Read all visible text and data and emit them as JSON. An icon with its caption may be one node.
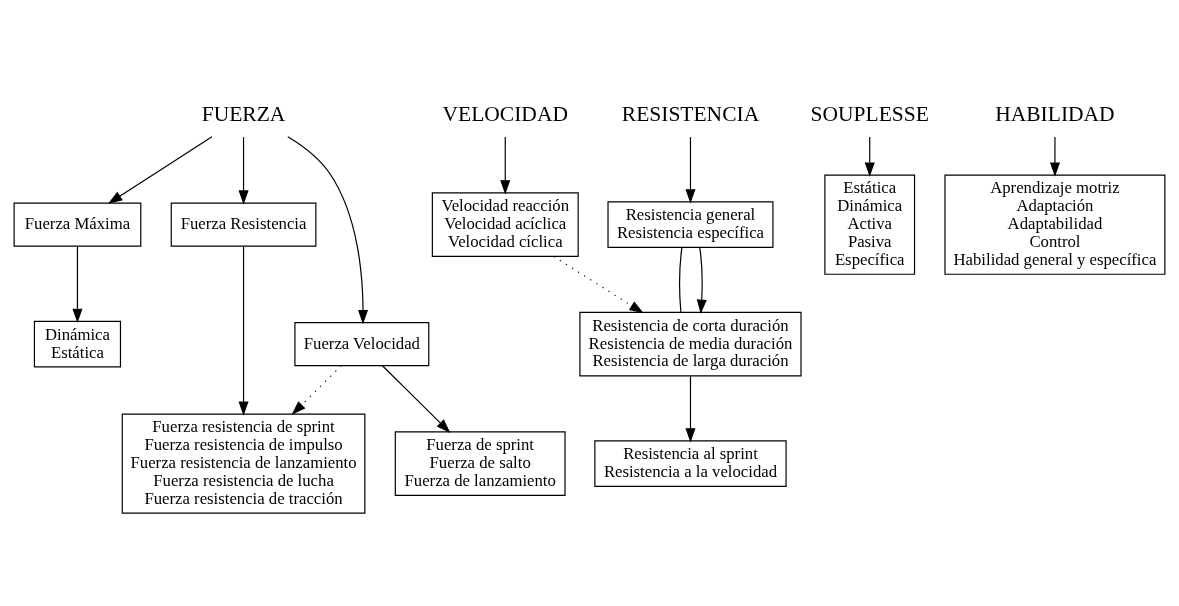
{
  "diagram": {
    "nodes": [
      {
        "text": [
          "FUERZA"
        ]
      },
      {
        "text": [
          "VELOCIDAD"
        ]
      },
      {
        "text": [
          "RESISTENCIA"
        ]
      },
      {
        "text": [
          "SOUPLESSE"
        ]
      },
      {
        "text": [
          "HABILIDAD"
        ]
      },
      {
        "text": [
          "Fuerza Máxima"
        ]
      },
      {
        "text": [
          "Fuerza Resistencia"
        ]
      },
      {
        "text": [
          "Velocidad reacción",
          "Velocidad acíclica",
          "Velocidad cíclica"
        ]
      },
      {
        "text": [
          "Resistencia general",
          "Resistencia específica"
        ]
      },
      {
        "text": [
          "Estática",
          "Dinámica",
          "Activa",
          "Pasiva",
          "Específica"
        ]
      },
      {
        "text": [
          "Aprendizaje motriz",
          "Adaptación",
          "Adaptabilidad",
          "Control",
          "Habilidad general y específica"
        ]
      },
      {
        "text": [
          "Fuerza Velocidad"
        ]
      },
      {
        "text": [
          "Dinámica",
          "Estática"
        ]
      },
      {
        "text": [
          "Fuerza resistencia de sprint",
          "Fuerza resistencia de impulso",
          "Fuerza resistencia de lanzamiento",
          "Fuerza resistencia de lucha",
          "Fuerza resistencia de tracción"
        ]
      },
      {
        "text": [
          "Resistencia de corta duración",
          "Resistencia de media duración",
          "Resistencia de larga duración"
        ]
      },
      {
        "text": [
          "Fuerza de sprint",
          "Fuerza de salto",
          "Fuerza de lanzamiento"
        ]
      },
      {
        "text": [
          "Resistencia al sprint",
          "Resistencia a la velocidad"
        ]
      }
    ],
    "edges": [
      {
        "from": 0,
        "to": 5,
        "arrow": "to"
      },
      {
        "from": 0,
        "to": 11,
        "arrow": "to"
      },
      {
        "from": 0,
        "to": 6,
        "arrow": "to"
      },
      {
        "from": 1,
        "to": 7,
        "arrow": "to"
      },
      {
        "from": 2,
        "to": 8,
        "arrow": "to"
      },
      {
        "from": 3,
        "to": 9,
        "arrow": "to"
      },
      {
        "from": 4,
        "to": 10,
        "arrow": "to"
      },
      {
        "from": 5,
        "to": 12,
        "arrow": "to"
      },
      {
        "from": 11,
        "to": 15,
        "arrow": "to"
      },
      {
        "from": 6,
        "to": 13,
        "arrow": "to"
      },
      {
        "from": 11,
        "to": 13,
        "arrow": "to",
        "style": "dashed"
      },
      {
        "from": 7,
        "to": 14,
        "arrow": "to",
        "style": "dashed"
      },
      {
        "from": 8,
        "to": 14,
        "arrow": "none"
      },
      {
        "from": 8,
        "to": 14,
        "arrow": "to"
      },
      {
        "from": 14,
        "to": 16,
        "arrow": "to"
      }
    ]
  }
}
